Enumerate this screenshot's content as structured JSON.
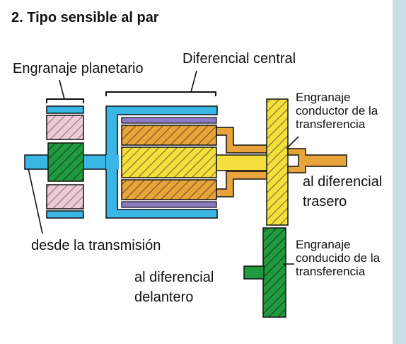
{
  "title": "2. Tipo sensible al par",
  "labels": {
    "planetary_gear": "Engranaje planetario",
    "center_differential": "Diferencial central",
    "transfer_drive_gear": "Engranaje conductor de la transferencia",
    "to_rear_differential": "al diferencial trasero",
    "from_transmission": "desde la transmisión",
    "to_front_differential": "al diferencial delantero",
    "transfer_driven_gear": "Engranaje conducido de la transferencia"
  },
  "colors": {
    "sidebar": "#c9dfe7",
    "blue_shaft": "#3ab6e4",
    "green_gear": "#1f9a3e",
    "pink_gear": "#eec9d6",
    "orange_plate": "#e8a33b",
    "yellow_plate": "#f4df3c",
    "purple_strip": "#8e7cc3"
  }
}
